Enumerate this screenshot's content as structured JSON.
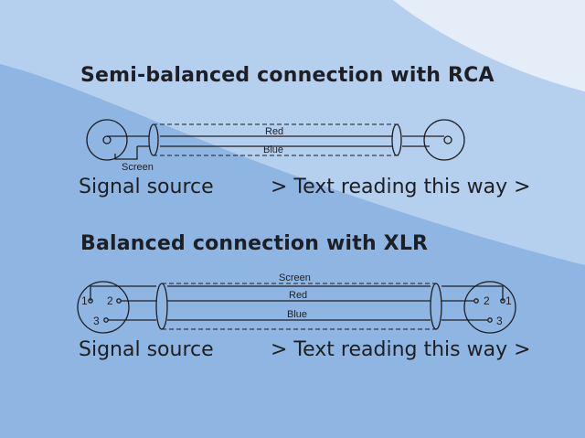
{
  "rca": {
    "title": "Semi-balanced connection with RCA",
    "wire_labels": {
      "red": "Red",
      "blue": "Blue",
      "screen": "Screen"
    },
    "source_label": "Signal source",
    "direction_label": "> Text reading this way >"
  },
  "xlr": {
    "title": "Balanced connection with XLR",
    "wire_labels": {
      "screen": "Screen",
      "red": "Red",
      "blue": "Blue"
    },
    "pins_left": [
      "1",
      "2",
      "3"
    ],
    "pins_right": [
      "2",
      "1",
      "3"
    ],
    "source_label": "Signal source",
    "direction_label": "> Text reading this way >"
  },
  "colors": {
    "background": "#8fb6e2",
    "light_band": "#b5cfee",
    "lighter_band": "#dbe7f6",
    "ink": "#1d1f24"
  }
}
